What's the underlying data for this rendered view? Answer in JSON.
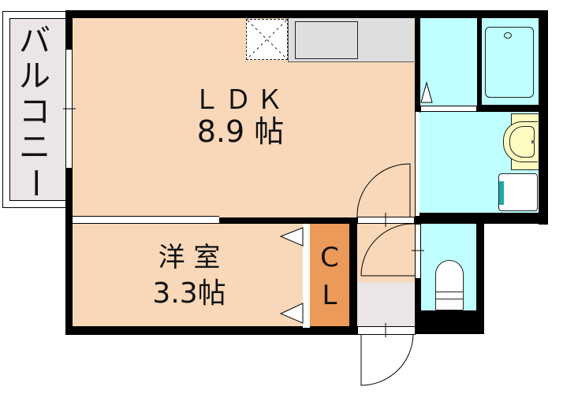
{
  "floorplan": {
    "colors": {
      "wood_floor": "#f8d8b8",
      "wet_area": "#bfffff",
      "closet": "#ec9a5a",
      "balcony": "#ebe5e5",
      "entrance": "#ebe5e5",
      "kitchen_counter": "#dedede",
      "wall": "#000000",
      "vanity": "#fffac0",
      "washer_accent": "#20a8a8"
    },
    "rooms": {
      "balcony": {
        "label": "バルコニー",
        "chars": [
          "バ",
          "ル",
          "コ",
          "ニ",
          "ー"
        ]
      },
      "ldk": {
        "name": "ＬＤＫ",
        "size": "8.9 帖"
      },
      "western_room": {
        "name": "洋 室",
        "size": "3.3帖"
      },
      "closet": {
        "line1": "C",
        "line2": "L"
      }
    },
    "fixtures": [
      "refrigerator-space",
      "kitchen-sink",
      "bathtub",
      "washbasin",
      "washing-machine-space",
      "toilet"
    ]
  }
}
